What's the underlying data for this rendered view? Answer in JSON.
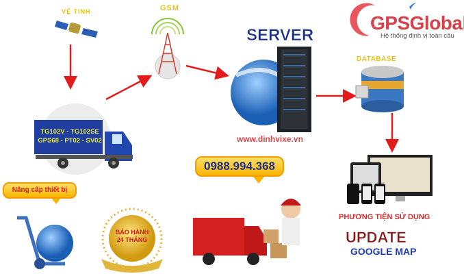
{
  "satellite": {
    "label": "VỆ TINH"
  },
  "gsm": {
    "label": "GSM"
  },
  "server": {
    "label": "SERVER",
    "website": "www.dinhvixe.vn"
  },
  "logo": {
    "brand": "GPSGlobal",
    "tagline": "Hệ thống định vị toàn cầu"
  },
  "database": {
    "label": "DATABASE"
  },
  "vehicle": {
    "line1": "TG102V - TG102SE",
    "line2": "GPS68 - PT02 - SV02"
  },
  "hotline": {
    "phone": "0988.994.368"
  },
  "upgrade": {
    "label": "Nâng cấp thiết bị"
  },
  "warranty": {
    "line1": "BẢO HÀNH",
    "line2": "24 THÁNG"
  },
  "devices": {
    "label": "PHƯƠNG TIỆN SỬ DỤNG"
  },
  "update": {
    "line1": "UPDATE",
    "line2": "GOOGLE MAP"
  },
  "colors": {
    "arrow": "#e31b1b",
    "label_yellow": "#e8c21a",
    "navy": "#1b2f8c",
    "red": "#d42a2a"
  }
}
